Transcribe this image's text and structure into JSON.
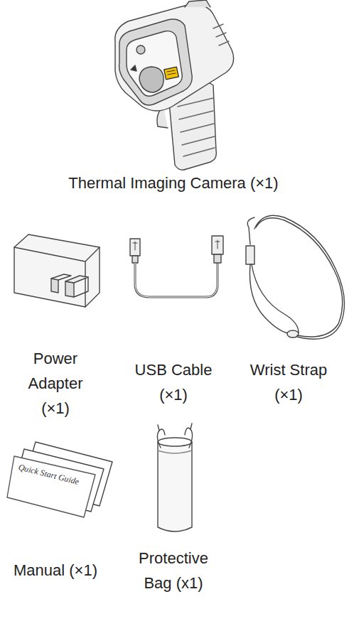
{
  "diagram": {
    "labels": [
      "Thermal Imaging Camera (×1)",
      "Power Adapter (×1)",
      "USB Cable (×1)",
      "Wrist Strap (×1)",
      "Quick Start Guide",
      "Manual (×1)",
      "Protective Bag (x1)"
    ]
  }
}
